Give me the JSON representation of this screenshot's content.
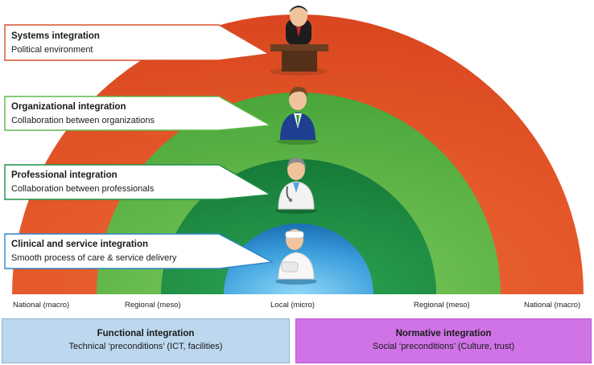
{
  "diagram": {
    "levels": [
      {
        "title": "Systems integration",
        "subtitle": "Political environment",
        "color": "#e45a2b",
        "figure": "politician-at-podium-icon"
      },
      {
        "title": "Organizational integration",
        "subtitle": "Collaboration between organizations",
        "color": "#5fb84a",
        "figure": "manager-icon"
      },
      {
        "title": "Professional integration",
        "subtitle": "Collaboration between professionals",
        "color": "#1f8f45",
        "figure": "doctor-icon"
      },
      {
        "title": "Clinical and service integration",
        "subtitle": "Smooth process of care & service delivery",
        "color": "#2e86c9",
        "figure": "patient-icon"
      }
    ],
    "axis_labels": [
      "National (macro)",
      "Regional (meso)",
      "Local (micro)",
      "Regional (meso)",
      "National (macro)"
    ],
    "bottom_boxes": [
      {
        "title": "Functional integration",
        "subtitle": "Technical ‘preconditions’ (ICT, facilities)",
        "color": "#bcd7ee"
      },
      {
        "title": "Normative integration",
        "subtitle": "Social ‘preconditions’ (Culture, trust)",
        "color": "#cf73e6"
      }
    ]
  }
}
